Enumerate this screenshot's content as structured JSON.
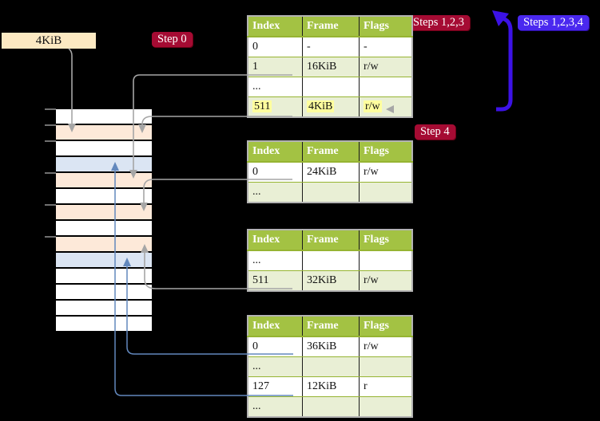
{
  "label_4kib": "4KiB",
  "badges": {
    "step0": "Step 0",
    "steps123": "Steps 1,2,3",
    "steps1234": "Steps 1,2,3,4",
    "step4": "Step 4"
  },
  "page_tables": [
    {
      "name": "level-4-page-table",
      "headers": [
        "Index",
        "Frame",
        "Flags"
      ],
      "rows": [
        {
          "cells": [
            "0",
            "-",
            "-"
          ],
          "shaded": false,
          "highlighted": false
        },
        {
          "cells": [
            "1",
            "16KiB",
            "r/w"
          ],
          "shaded": true,
          "highlighted": false
        },
        {
          "cells": [
            "...",
            "",
            ""
          ],
          "shaded": false,
          "highlighted": false
        },
        {
          "cells": [
            "511",
            "4KiB",
            "r/w"
          ],
          "shaded": true,
          "highlighted": true
        }
      ]
    },
    {
      "name": "level-3-page-table",
      "headers": [
        "Index",
        "Frame",
        "Flags"
      ],
      "rows": [
        {
          "cells": [
            "0",
            "24KiB",
            "r/w"
          ],
          "shaded": false,
          "highlighted": false
        },
        {
          "cells": [
            "...",
            "",
            ""
          ],
          "shaded": true,
          "highlighted": false
        }
      ]
    },
    {
      "name": "level-2-page-table",
      "headers": [
        "Index",
        "Frame",
        "Flags"
      ],
      "rows": [
        {
          "cells": [
            "...",
            "",
            ""
          ],
          "shaded": false,
          "highlighted": false
        },
        {
          "cells": [
            "511",
            "32KiB",
            "r/w"
          ],
          "shaded": true,
          "highlighted": false
        }
      ]
    },
    {
      "name": "level-1-page-table",
      "headers": [
        "Index",
        "Frame",
        "Flags"
      ],
      "rows": [
        {
          "cells": [
            "0",
            "36KiB",
            "r/w"
          ],
          "shaded": false,
          "highlighted": false
        },
        {
          "cells": [
            "...",
            "",
            ""
          ],
          "shaded": true,
          "highlighted": false
        },
        {
          "cells": [
            "127",
            "12KiB",
            "r"
          ],
          "shaded": false,
          "highlighted": false
        },
        {
          "cells": [
            "...",
            "",
            ""
          ],
          "shaded": true,
          "highlighted": false
        }
      ]
    }
  ],
  "memory_frames": [
    "white",
    "peach",
    "white",
    "blue",
    "peach",
    "white",
    "peach",
    "white",
    "peach",
    "blue",
    "white",
    "white",
    "white",
    "white"
  ],
  "colors": {
    "background": "#000000",
    "table_header_green": "#a3c243",
    "table_row_green": "#e9efd5",
    "highlight_yellow": "#ffff9e",
    "badge_red": "#a50b33",
    "badge_blue": "#4a28ef",
    "thick_arrow_blue": "#3c12e6",
    "connector_gray": "#a6a6a6",
    "connector_steel_blue": "#6288bd",
    "frame_peach": "#fde9d9",
    "frame_blue": "#dbe5f3",
    "label_cream": "#fce9c2"
  }
}
